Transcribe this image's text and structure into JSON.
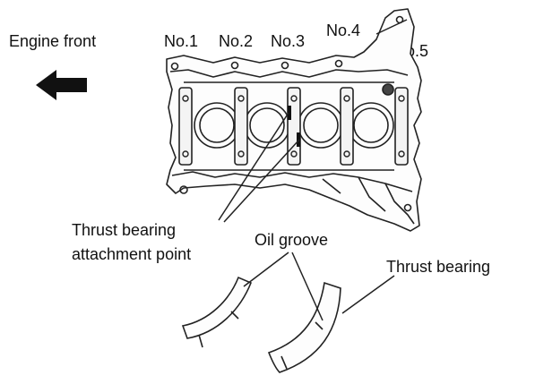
{
  "labels": {
    "engine_front": "Engine front",
    "journal_1": "No.1",
    "journal_2": "No.2",
    "journal_3": "No.3",
    "journal_4": "No.4",
    "journal_5": "No.5",
    "thrust_attach_line1": "Thrust bearing",
    "thrust_attach_line2": "attachment point",
    "oil_groove": "Oil groove",
    "thrust_bearing": "Thrust bearing"
  },
  "icons": {
    "direction_arrow": "left-arrow-icon"
  }
}
